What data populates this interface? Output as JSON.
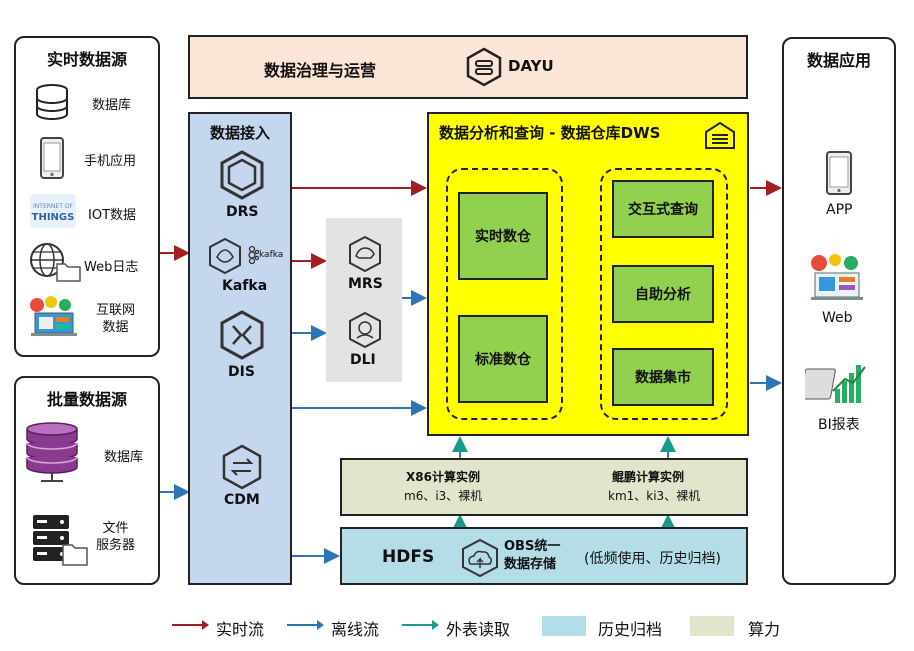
{
  "realtime_sources": {
    "title": "实时数据源",
    "items": [
      {
        "label": "数据库",
        "icon": "database-icon"
      },
      {
        "label": "手机应用",
        "icon": "mobile-phone-icon"
      },
      {
        "label": "IOT数据",
        "icon": "iot-things-icon"
      },
      {
        "label": "Web日志",
        "icon": "globe-folder-icon"
      },
      {
        "label": "互联网\n数据",
        "icon": "internet-data-icon"
      }
    ]
  },
  "batch_sources": {
    "title": "批量数据源",
    "items": [
      {
        "label": "数据库",
        "icon": "database-stack-icon"
      },
      {
        "label": "文件\n服务器",
        "icon": "file-server-icon"
      }
    ]
  },
  "governance": {
    "title": "数据治理与运营",
    "brand": "DAYU"
  },
  "ingestion": {
    "title": "数据接入",
    "items": [
      "DRS",
      "Kafka",
      "DIS",
      "CDM"
    ],
    "kafka_logo_text": "kafka"
  },
  "compute_services": [
    "MRS",
    "DLI"
  ],
  "dws": {
    "title": "数据分析和查询 - 数据仓库DWS",
    "left": [
      "实时数仓",
      "标准数仓"
    ],
    "right": [
      "交互式查询",
      "自助分析",
      "数据集市"
    ]
  },
  "compute": {
    "x86": {
      "title": "X86计算实例",
      "sub": "m6、i3、裸机"
    },
    "kunpeng": {
      "title": "鲲鹏计算实例",
      "sub": "km1、ki3、裸机"
    }
  },
  "storage": {
    "hdfs": "HDFS",
    "obs": "OBS统一\n数据存储",
    "note": "(低频使用、历史归档)"
  },
  "apps": {
    "title": "数据应用",
    "items": [
      {
        "label": "APP",
        "icon": "mobile-app-icon"
      },
      {
        "label": "Web",
        "icon": "web-dashboard-icon"
      },
      {
        "label": "BI报表",
        "icon": "bi-report-icon"
      }
    ]
  },
  "legend": {
    "realtime": "实时流",
    "offline": "离线流",
    "external": "外表读取",
    "archive": "历史归档",
    "compute": "算力"
  },
  "colors": {
    "realtime": "#a31f1f",
    "offline": "#2e75b6",
    "external": "#1a9b8a",
    "archive": "#b4dde8",
    "compute": "#e2e5cc",
    "ingestion_bg": "#c5d7ee",
    "dws_bg": "#ffff00",
    "green_box": "#92d050",
    "governance_bg": "#fbe5d6"
  }
}
